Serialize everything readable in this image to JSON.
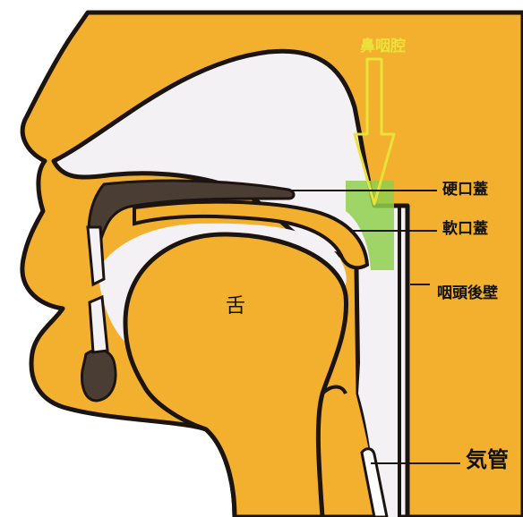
{
  "labels": {
    "nasopharynx": "鼻咽腔",
    "hard_palate": "硬口蓋",
    "soft_palate": "軟口蓋",
    "posterior_pharyngeal_wall": "咽頭後壁",
    "tongue": "舌",
    "trachea": "気管"
  },
  "colors": {
    "tissue": "#f2b02e",
    "air": "#f3f1f4",
    "outline": "#1c1410",
    "bone": "#4a3d33",
    "highlight": "#8fcf4c",
    "arrow": "#e8e23a"
  }
}
